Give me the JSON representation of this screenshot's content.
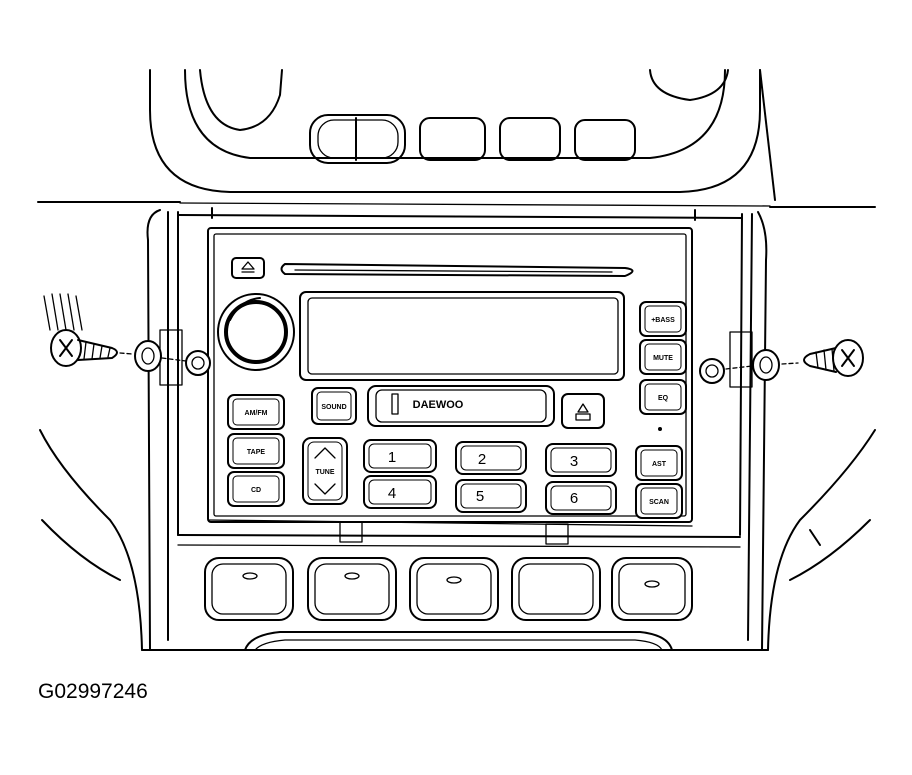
{
  "figure_id": "G02997246",
  "radio": {
    "brand": "DAEWOO",
    "left_buttons": [
      "AM/FM",
      "TAPE",
      "CD"
    ],
    "sound_label": "SOUND",
    "tune_label": "TUNE",
    "presets": [
      "1",
      "2",
      "3",
      "4",
      "5",
      "6"
    ],
    "right_buttons": [
      "+BASS",
      "MUTE",
      "EQ",
      "AST",
      "SCAN"
    ]
  }
}
